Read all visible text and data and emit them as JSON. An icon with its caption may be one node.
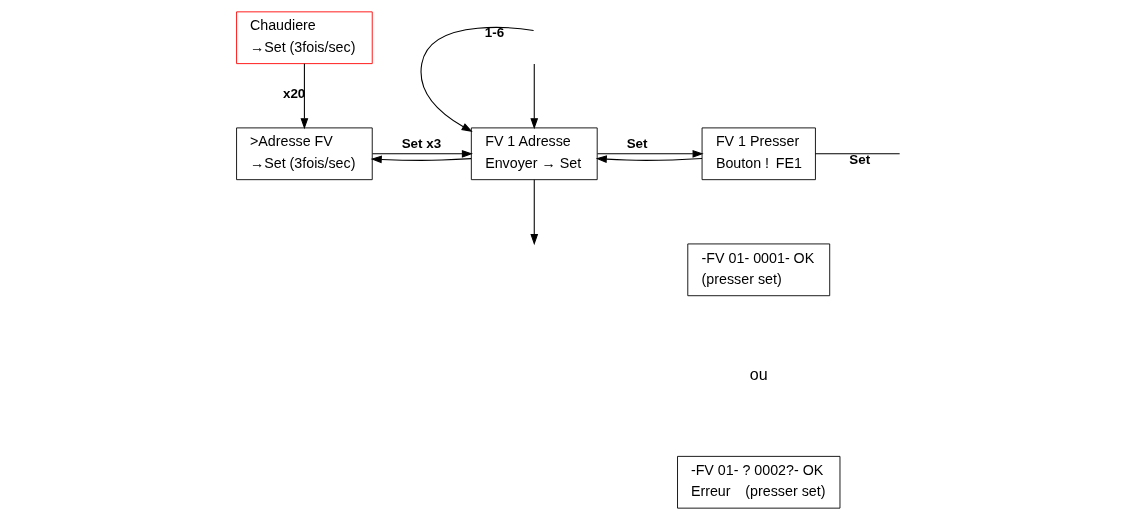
{
  "diagram": {
    "nodes": [
      {
        "text": [
          "Chaudiere",
          "→Set (3fois/sec)"
        ]
      },
      {
        "text": [
          ">Adresse FV",
          "→Set (3fois/sec)"
        ]
      },
      {
        "text": [
          "FV 1 Adresse",
          "Envoyer → Set"
        ]
      },
      {
        "text": [
          "FV 1 Presser",
          "Bouton !",
          "FE1"
        ]
      },
      {
        "text": [
          "-FV 01- 0001- OK",
          "(presser set)"
        ]
      },
      {
        "text": [
          "-FV 01- ? 0002?- OK",
          "Erreur",
          "(presser set)"
        ]
      }
    ],
    "edges": [
      {
        "from": 0,
        "to": 1,
        "arrow": "to",
        "label": "x20"
      },
      {
        "from": 1,
        "to": 2,
        "arrow": "to",
        "label": "Set x3"
      },
      {
        "from": 2,
        "to": 1,
        "arrow": "to"
      },
      {
        "from": 2,
        "to": 3,
        "arrow": "to",
        "label": "Set"
      },
      {
        "from": 3,
        "to": 2,
        "arrow": "to"
      },
      {
        "from": null,
        "to": 2,
        "arrow": "to",
        "label": "1-6"
      },
      {
        "from": 2,
        "to": null,
        "arrow": "to"
      },
      {
        "from": 3,
        "to": null,
        "arrow": "none",
        "label": "Set"
      },
      {
        "from": null,
        "to": 2,
        "arrow": "to"
      }
    ],
    "labels": [
      "ou"
    ]
  }
}
